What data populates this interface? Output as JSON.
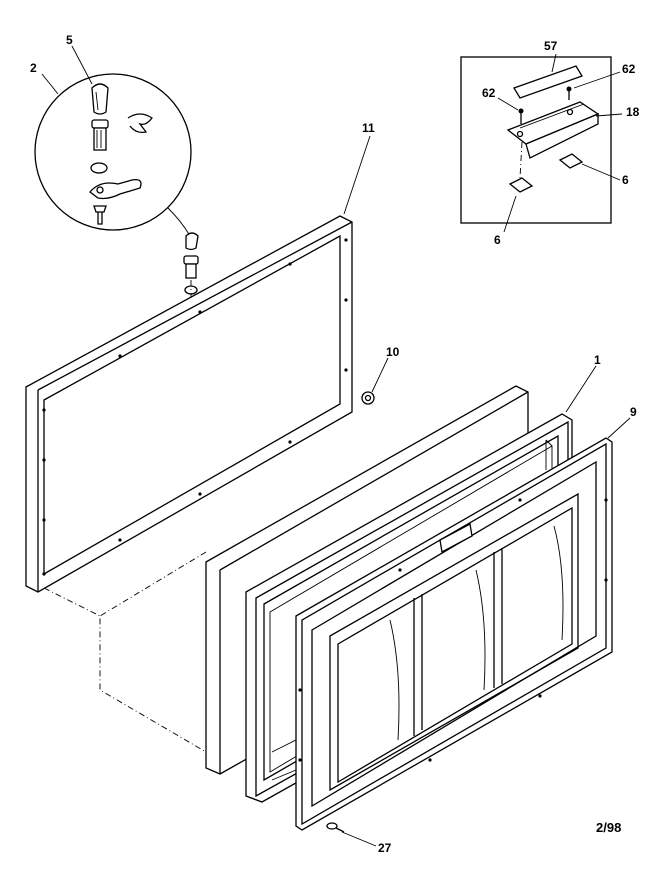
{
  "labels": {
    "p5": "5",
    "p2": "2",
    "p11": "11",
    "p57": "57",
    "p62a": "62",
    "p62b": "62",
    "p18": "18",
    "p6a": "6",
    "p6b": "6",
    "p10": "10",
    "p1": "1",
    "p9": "9",
    "p27": "27"
  },
  "date_code": "2/98"
}
